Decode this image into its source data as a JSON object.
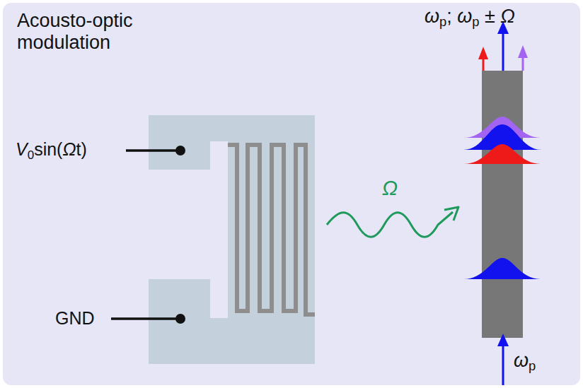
{
  "diagram": {
    "title": "Acousto-optic modulation",
    "labels": [
      "ωp; ωp ± Ω",
      "V0sin(Ωt)",
      "GND",
      "Ω",
      "ωp"
    ]
  }
}
